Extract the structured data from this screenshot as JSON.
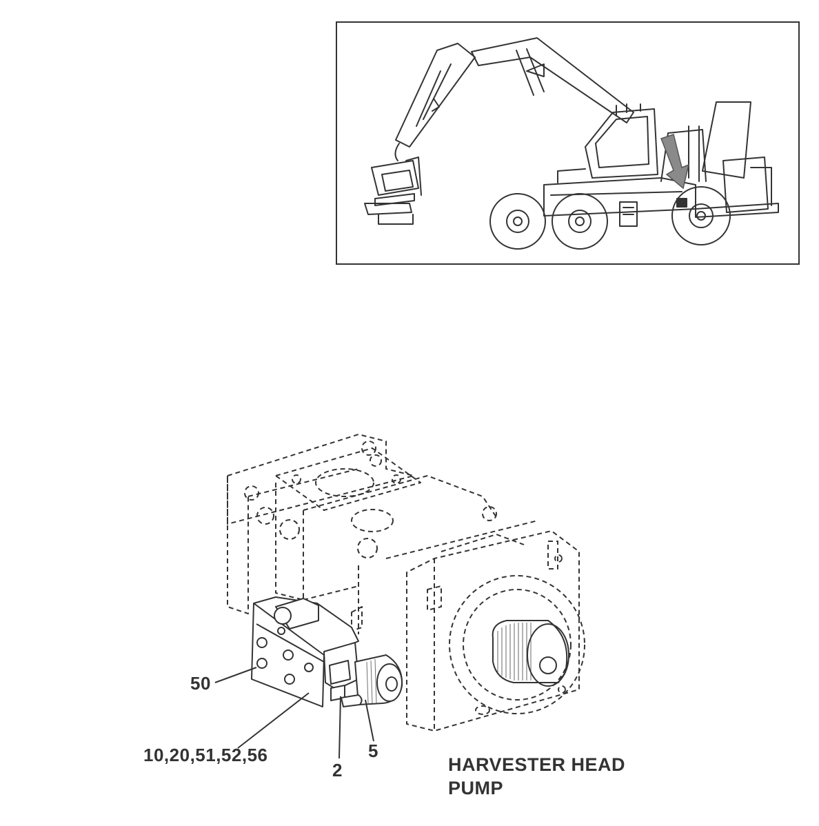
{
  "callouts": {
    "c50": "50",
    "c10": "10,20,51,52,56",
    "c2": "2",
    "c5": "5"
  },
  "caption": {
    "line1": "HARVESTER HEAD",
    "line2": "PUMP"
  },
  "colors": {
    "ink": "#333333",
    "arrow": "#8a8a8a",
    "background": "#ffffff"
  },
  "icons": [
    "harvester-machine-illustration",
    "location-arrow-icon",
    "hydraulic-pump-illustration",
    "control-valve-illustration"
  ]
}
